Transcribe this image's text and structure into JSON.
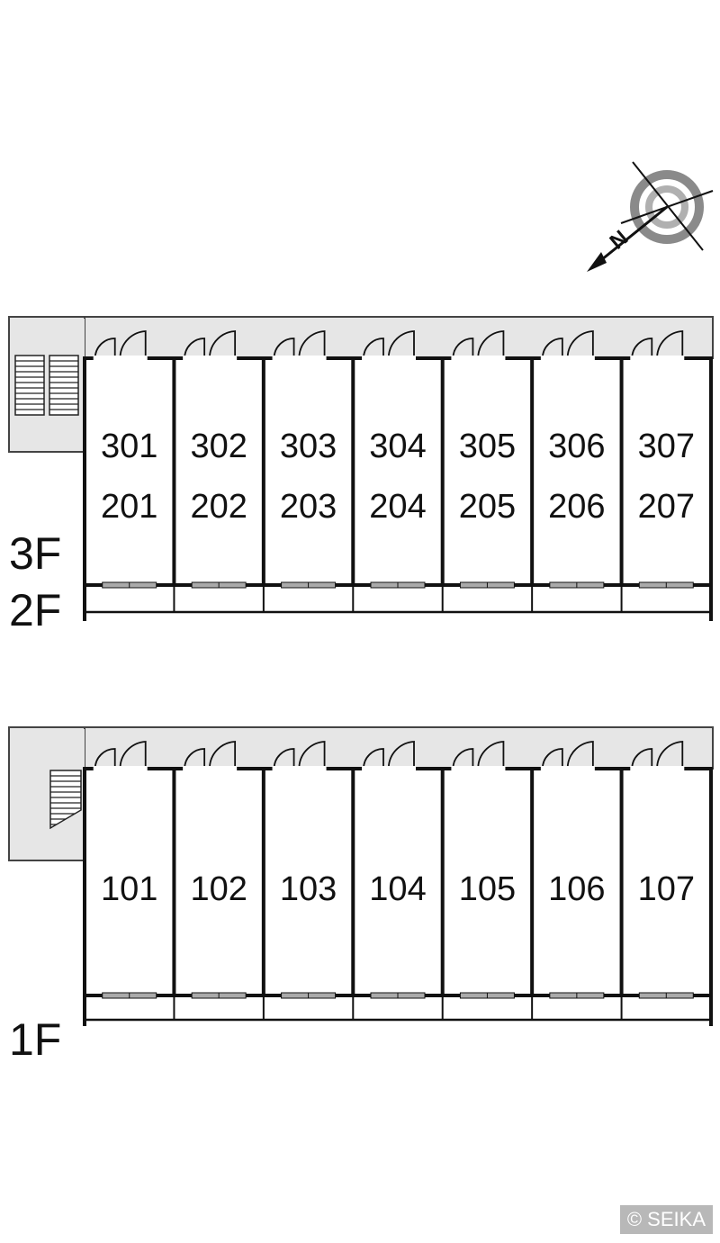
{
  "building": {
    "upper_floors": {
      "floor_labels": [
        "3F",
        "2F"
      ],
      "units_top": [
        "301",
        "302",
        "303",
        "304",
        "305",
        "306",
        "307"
      ],
      "units_bottom": [
        "201",
        "202",
        "203",
        "204",
        "205",
        "206",
        "207"
      ]
    },
    "ground_floor": {
      "floor_label": "1F",
      "units": [
        "101",
        "102",
        "103",
        "104",
        "105",
        "106",
        "107"
      ]
    }
  },
  "compass": {
    "north_letter": "N",
    "icon": "compass-icon"
  },
  "credit": "© SEIKA",
  "colors": {
    "corridor": "#e6e6e6",
    "wall": "#111111",
    "compass_gray": "#8a8a8a"
  }
}
